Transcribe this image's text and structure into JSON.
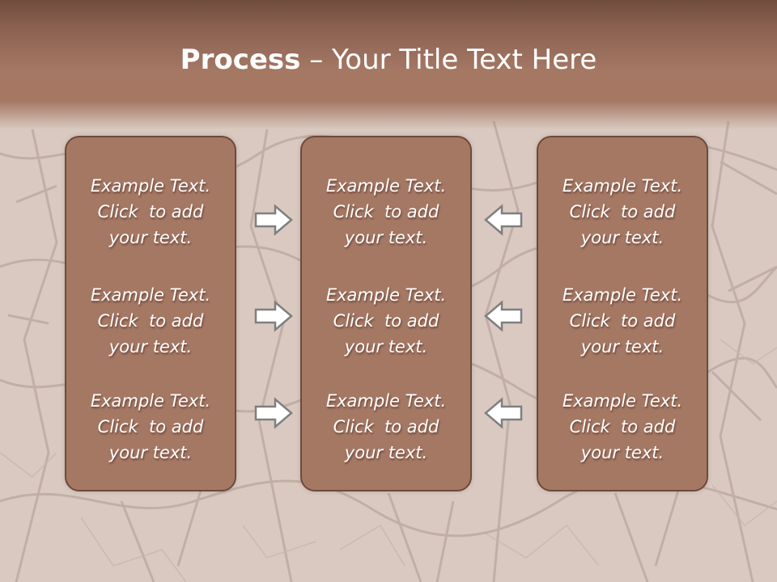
{
  "title": {
    "bold_part": "Process",
    "separator": " – ",
    "rest": "Your Title Text Here"
  },
  "panels": [
    {
      "blocks": [
        {
          "l1": "Example Text.",
          "l2": "Click  to add",
          "l3": "your text."
        },
        {
          "l1": "Example Text.",
          "l2": "Click  to add",
          "l3": "your text."
        },
        {
          "l1": "Example Text.",
          "l2": "Click  to add",
          "l3": "your text."
        }
      ]
    },
    {
      "blocks": [
        {
          "l1": "Example Text.",
          "l2": "Click  to add",
          "l3": "your text."
        },
        {
          "l1": "Example Text.",
          "l2": "Click  to add",
          "l3": "your text."
        },
        {
          "l1": "Example Text.",
          "l2": "Click  to add",
          "l3": "your text."
        }
      ]
    },
    {
      "blocks": [
        {
          "l1": "Example Text.",
          "l2": "Click  to add",
          "l3": "your text."
        },
        {
          "l1": "Example Text.",
          "l2": "Click  to add",
          "l3": "your text."
        },
        {
          "l1": "Example Text.",
          "l2": "Click  to add",
          "l3": "your text."
        }
      ]
    }
  ],
  "arrows": {
    "left_group": "arrow-right-icon",
    "right_group": "arrow-left-icon"
  },
  "colors": {
    "panel_fill": "#a57864",
    "panel_border": "#6e4a3a",
    "title_band": "#a57864",
    "background": "#d9c9c0",
    "arrow_fill": "#ffffff",
    "arrow_stroke": "#7f7f7f"
  }
}
